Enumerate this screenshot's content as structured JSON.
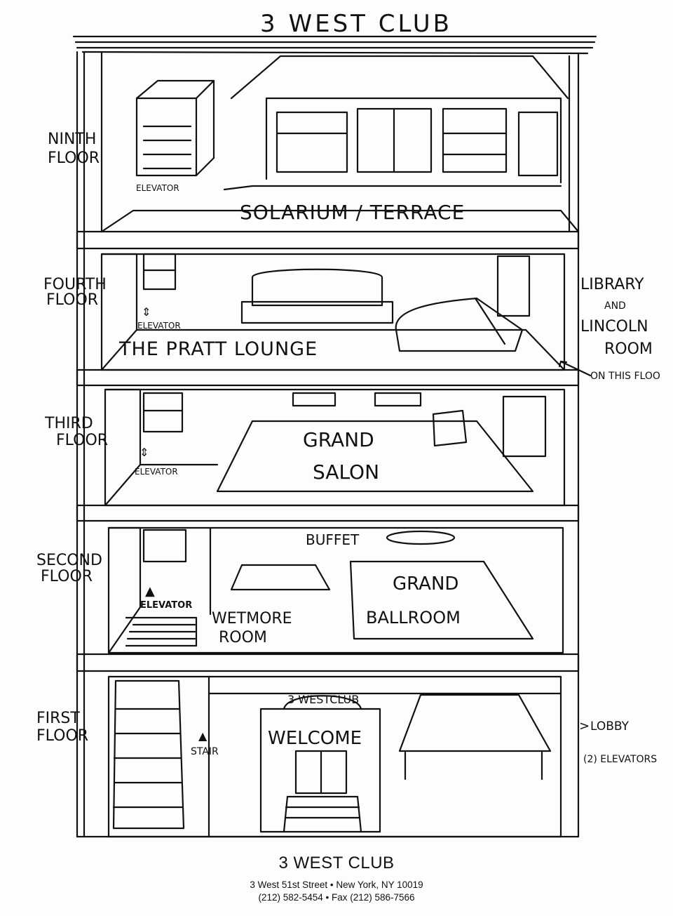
{
  "title": "3 WEST CLUB",
  "floors": [
    {
      "label_line1": "NINTH",
      "label_line2": "FLOOR",
      "room": "SOLARIUM / TERRACE",
      "elevator": "ELEVATOR"
    },
    {
      "label_line1": "FOURTH",
      "label_line2": "FLOOR",
      "room": "THE PRATT LOUNGE",
      "elevator": "ELEVATOR"
    },
    {
      "label_line1": "THIRD",
      "label_line2": "FLOOR",
      "room_line1": "GRAND",
      "room_line2": "SALON",
      "elevator": "ELEVATOR"
    },
    {
      "label_line1": "SECOND",
      "label_line2": "FLOOR",
      "room_a_line1": "WETMORE",
      "room_a_line2": "ROOM",
      "room_b_line1": "GRAND",
      "room_b_line2": "BALLROOM",
      "buffet": "BUFFET",
      "elevator": "ELEVATOR"
    },
    {
      "label_line1": "FIRST",
      "label_line2": "FLOOR",
      "welcome": "WELCOME",
      "sign": "3 WESTCLUB",
      "stair": "STAIR"
    }
  ],
  "notes": {
    "library": [
      "LIBRARY",
      "AND",
      "LINCOLN",
      "ROOM"
    ],
    "on_floor": "ON THIS FLOO",
    "lobby": "LOBBY",
    "elevators": "(2) ELEVATORS"
  },
  "footer": {
    "name": "3 WEST CLUB",
    "address": "3 West 51st Street • New York, NY 10019",
    "phone": "(212) 582-5454 • Fax (212) 586-7566"
  },
  "colors": {
    "ink": "#111111",
    "paper": "#fdfdfb"
  }
}
